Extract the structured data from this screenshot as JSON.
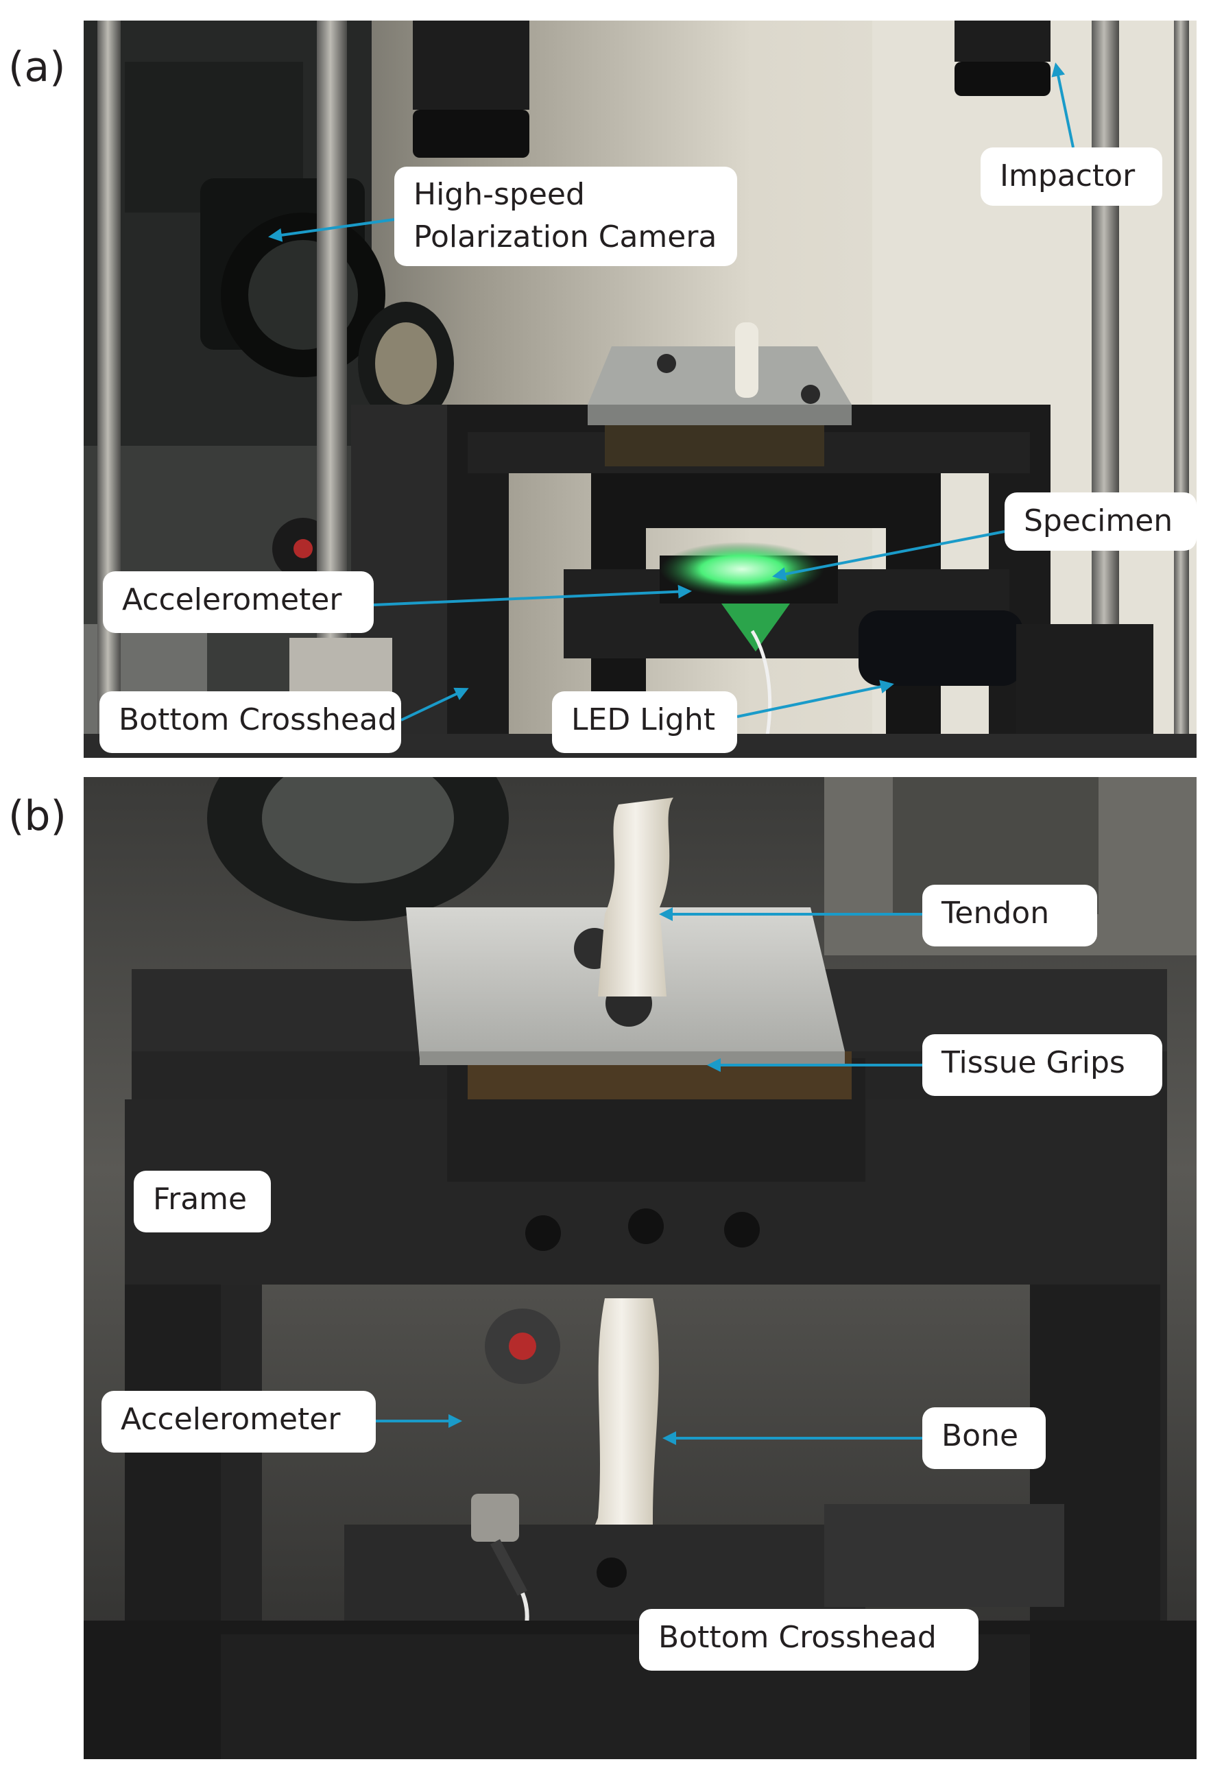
{
  "panels": [
    {
      "letter": "(a)",
      "labels": {
        "camera_line1": "High-speed",
        "camera_line2": "Polarization Camera",
        "impactor": "Impactor",
        "specimen": "Specimen",
        "accelerometer": "Accelerometer",
        "bottom_crosshead": "Bottom Crosshead",
        "led_light": "LED Light"
      }
    },
    {
      "letter": "(b)",
      "labels": {
        "tendon": "Tendon",
        "tissue_grips": "Tissue Grips",
        "frame": "Frame",
        "accelerometer": "Accelerometer",
        "bone": "Bone",
        "bottom_crosshead": "Bottom Crosshead"
      }
    }
  ],
  "colors": {
    "arrow": "#1a9bc9",
    "label_background": "#ffffff",
    "label_text": "#231f20"
  }
}
